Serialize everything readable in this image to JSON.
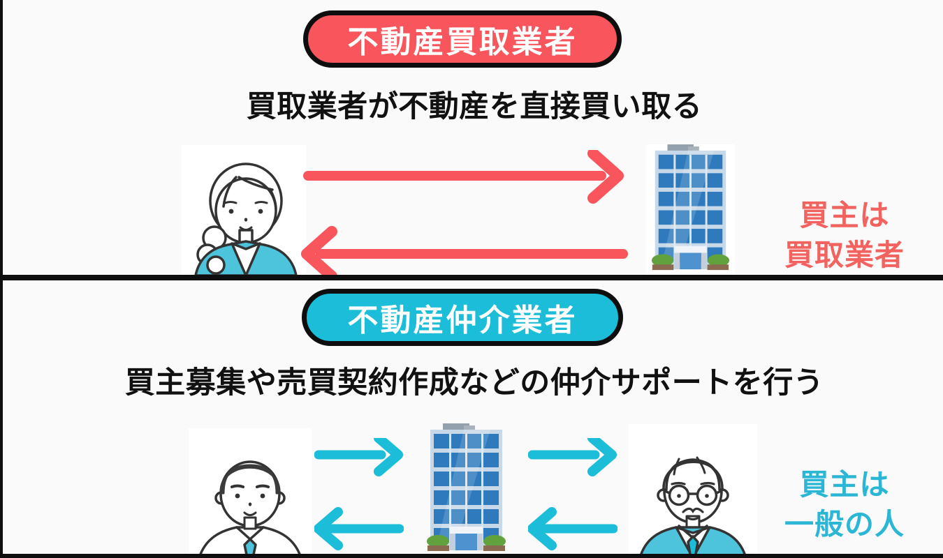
{
  "theme": {
    "background": "#fafafa",
    "frame": "#0e0e0e",
    "red_accent": "#f8555c",
    "red_text": "#f2635f",
    "cyan_accent": "#1bbdd8",
    "cyan_text": "#2ab6d4",
    "badge_text": "#ffffff",
    "heading_text": "#111111",
    "building_blue": "#2e7abd",
    "jacket_teal": "#4ec3dc"
  },
  "sections": [
    {
      "badge": "不動産買取業者",
      "description": "買取業者が不動産を直接買い取る",
      "note_line1": "買主は",
      "note_line2": "買取業者",
      "left_figure": "woman-seller",
      "right_figure": "blue-office-building",
      "arrows": "two-way-horizontal-red-arrows"
    },
    {
      "badge": "不動産仲介業者",
      "description": "買主募集や売買契約作成などの仲介サポートを行う",
      "note_line1": "買主は",
      "note_line2": "一般の人",
      "left_figure": "businessman-seller",
      "center_figure": "blue-office-building",
      "right_figure": "elderly-man-buyer",
      "arrows": "two-way-horizontal-cyan-arrows"
    }
  ]
}
